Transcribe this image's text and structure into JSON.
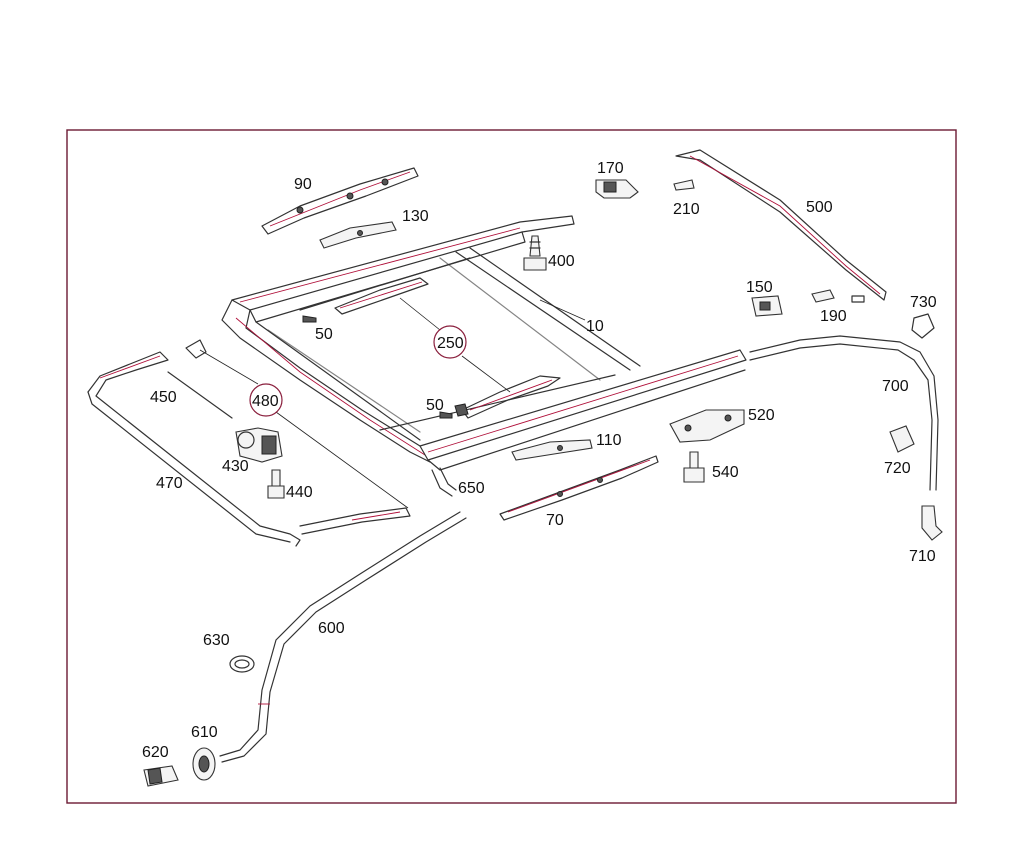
{
  "colors": {
    "frame": "#6b1a33",
    "accent": "#b0103a",
    "line": "#333333"
  },
  "labels": {
    "p10": "10",
    "p50a": "50",
    "p50b": "50",
    "p70": "70",
    "p90": "90",
    "p110": "110",
    "p130": "130",
    "p150": "150",
    "p170": "170",
    "p190": "190",
    "p210": "210",
    "p250": "250",
    "p400": "400",
    "p430": "430",
    "p440": "440",
    "p450": "450",
    "p470": "470",
    "p480": "480",
    "p500": "500",
    "p520": "520",
    "p540": "540",
    "p600": "600",
    "p610": "610",
    "p620": "620",
    "p630": "630",
    "p650": "650",
    "p700": "700",
    "p710": "710",
    "p720": "720",
    "p730": "730"
  }
}
